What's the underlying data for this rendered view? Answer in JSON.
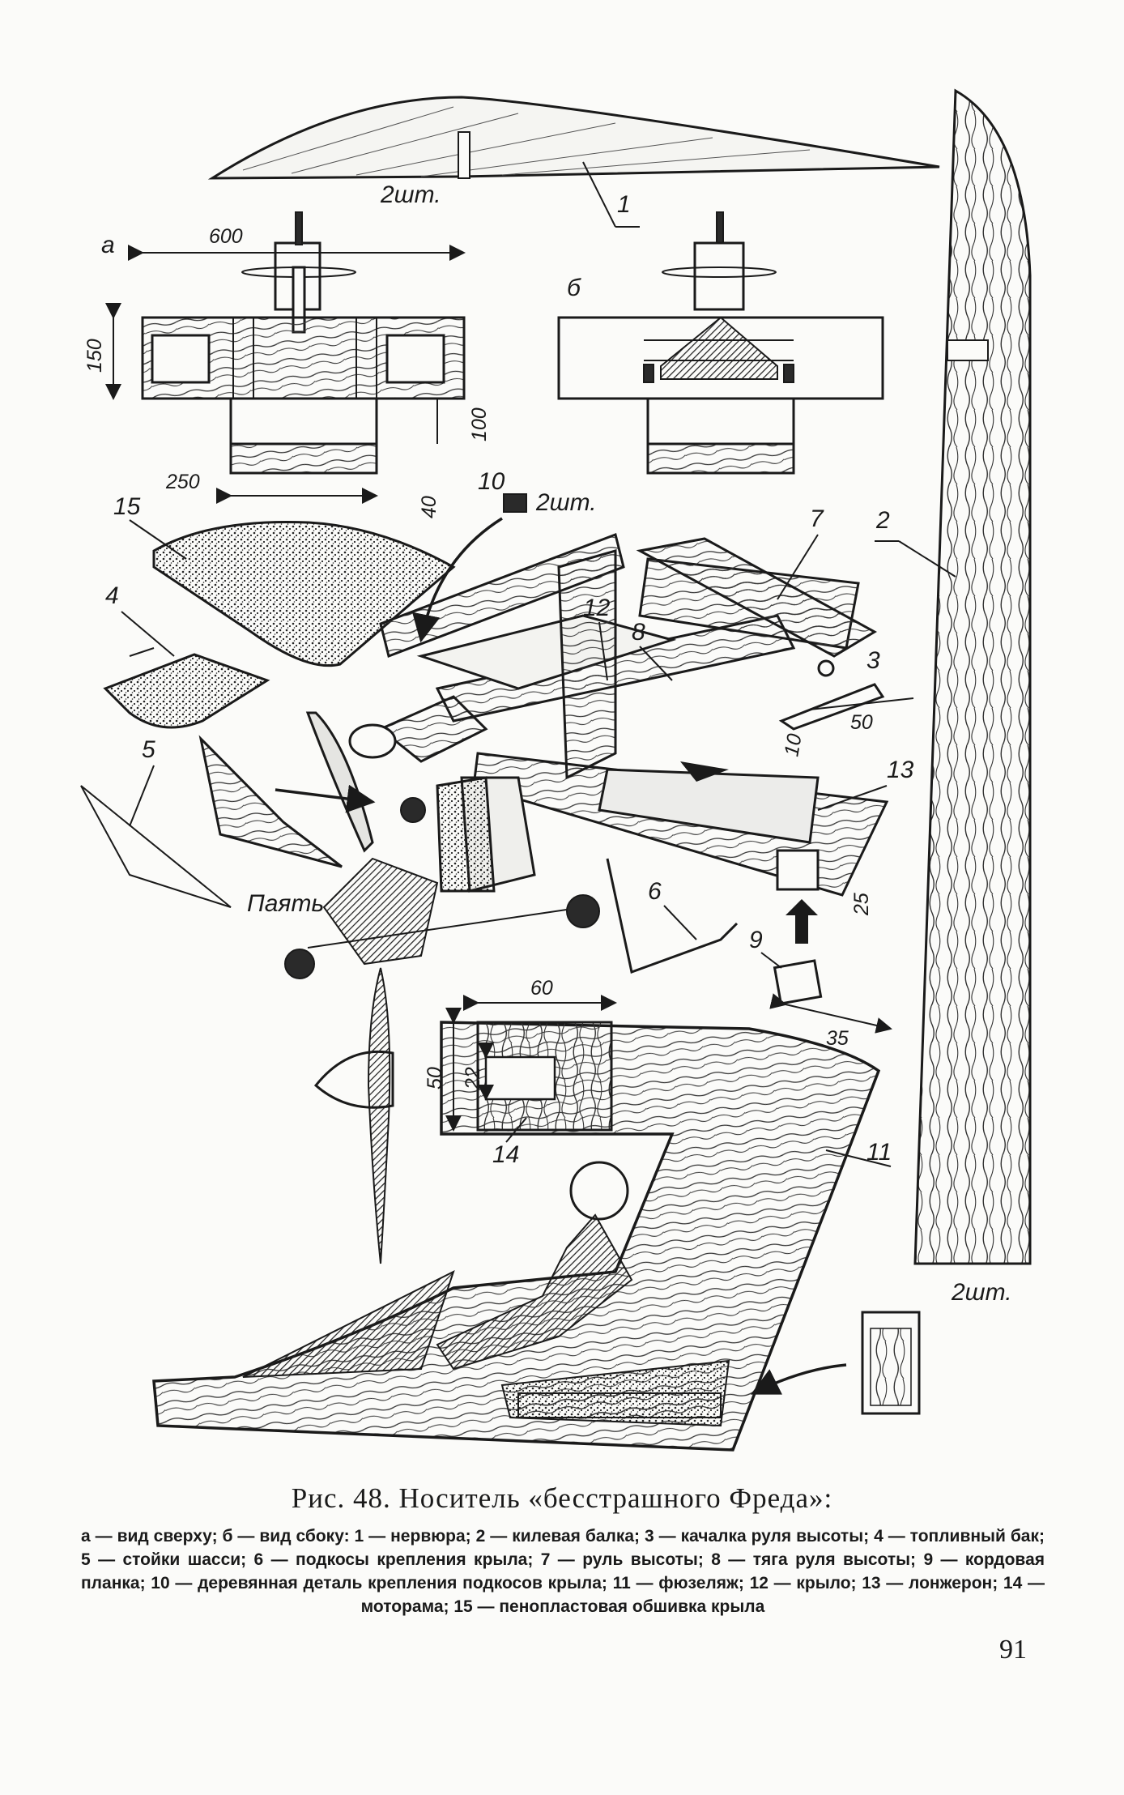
{
  "figure": {
    "title": "Рис. 48. Носитель «бесстрашного Фреда»:",
    "caption": "а — вид сверху; б — вид сбоку: 1 — нервюра; 2 — килевая балка; 3 — качалка руля высоты; 4 — топливный бак; 5 — стойки шасси; 6 — подкосы крепления крыла; 7 — руль высоты; 8 — тяга руля высоты; 9 — кордовая планка; 10 — деревянная деталь крепления подкосов крыла; 11 — фюзеляж; 12 — крыло; 13 — лонжерон; 14 — моторама; 15 — пенопластовая обшивка крыла",
    "page_number": "91"
  },
  "drawing": {
    "view_labels": {
      "top_view": "а",
      "side_view": "б"
    },
    "quantity_labels": {
      "rib": "2шт.",
      "part10": "2шт.",
      "keel": "2шт."
    },
    "solder_note": "Паять",
    "part_numbers": {
      "p1": "1",
      "p2": "2",
      "p3": "3",
      "p4": "4",
      "p5": "5",
      "p6": "6",
      "p7": "7",
      "p8": "8",
      "p9": "9",
      "p10": "10",
      "p11": "11",
      "p12": "12",
      "p13": "13",
      "p14": "14",
      "p15": "15"
    },
    "dimensions": {
      "span": "600",
      "chord": "150",
      "gear_height": "100",
      "gear_width": "250",
      "gear_drop": "40",
      "rocker_length": "50",
      "rocker_hole": "10",
      "strip_height": "25",
      "strip_length": "35",
      "mount_width": "60",
      "mount_height": "50",
      "mount_inner": "22"
    }
  }
}
